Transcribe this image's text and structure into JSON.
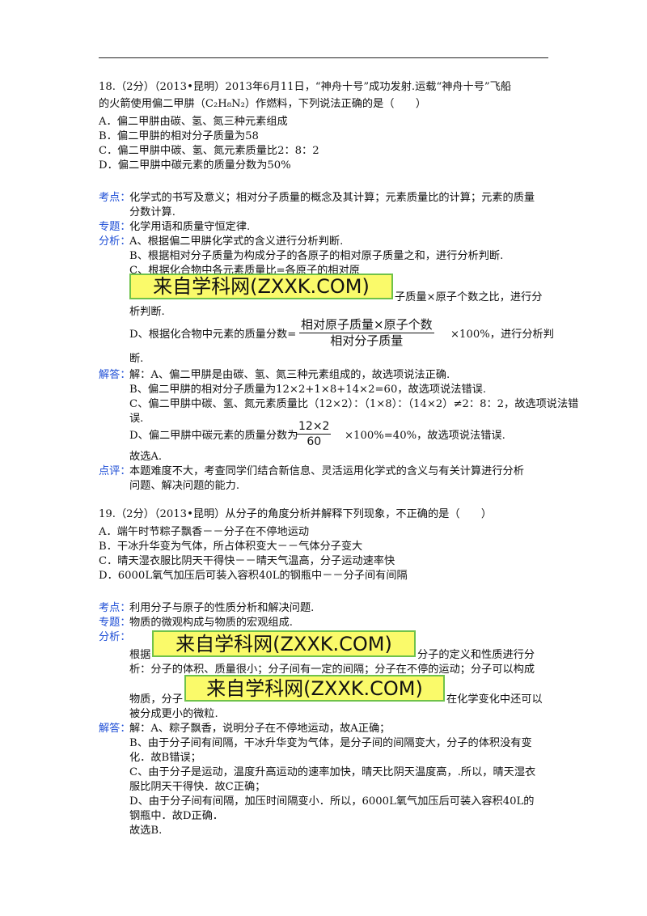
{
  "watermark": "来自学科网(ZXXK.COM)",
  "labels": {
    "kaodian": "考点：",
    "zhuanti": "专题：",
    "fenxi": "分析：",
    "jieda": "解答：",
    "dianping": "点评："
  },
  "q18": {
    "stem1": "18.（2分）（2013•昆明）2013年6月11日，“神舟十号”成功发射.运载“神舟十号”飞船",
    "stem2": "的火箭使用偏二甲肼（C₂H₈N₂）作燃料，下列说法正确的是（　　）",
    "options": [
      "A．偏二甲肼由碳、氢、氮三种元素组成",
      "B．偏二甲肼的相对分子质量为58",
      "C．偏二甲肼中碳、氢、氮元素质量比2：8：2",
      "D．偏二甲肼中碳元素的质量分数为50%"
    ],
    "kaodian1": "化学式的书写及意义；相对分子质量的概念及其计算；元素质量比的计算；元素的质量",
    "kaodian2": "分数计算.",
    "zhuanti": "化学用语和质量守恒定律.",
    "fenxi": [
      "A、根据偏二甲肼化学式的含义进行分析判断.",
      "B、根据相对分子质量为构成分子的各原子的相对原子质量之和，进行分析判断.",
      "C、根据化合物中各元素质量比=各原子的相对原"
    ],
    "fenxi_c_tail": "子质量×原子个数之比，进行分",
    "fenxi_c_tail2": "析判断.",
    "fenxi_d_pre": "D、根据化合物中元素的质量分数=",
    "frac1_num": "相对原子质量×原子个数",
    "frac1_den": "相对分子质量",
    "fenxi_d_post": "×100%，进行分析判",
    "fenxi_d_tail": "断.",
    "jieda": [
      "解：A、偏二甲肼是由碳、氢、氮三种元素组成的，故选项说法正确.",
      "B、偏二甲肼的相对分子质量为12×2+1×8+14×2=60，故选项说法错误.",
      "C、偏二甲肼中碳、氢、氮元素质量比（12×2）：（1×8）：（14×2）≠2：8：2，故选项说法错",
      "误."
    ],
    "jieda_d_pre": "D、偏二甲肼中碳元素的质量分数为",
    "frac2_num": "12×2",
    "frac2_den": "60",
    "jieda_d_post": "×100%=40%，故选项说法错误.",
    "answer": "故选A.",
    "dianping1": "本题难度不大，考查同学们结合新信息、灵活运用化学式的含义与有关计算进行分析",
    "dianping2": "问题、解决问题的能力."
  },
  "q19": {
    "stem": "19.（2分）（2013•昆明）从分子的角度分析并解释下列现象，不正确的是（　　）",
    "options": [
      "A．端午时节粽子飘香－－分子在不停地运动",
      "B．干冰升华变为气体，所占体积变大－－气体分子变大",
      "C．晴天湿衣服比阴天干得快－－晴天气温高，分子运动速率快",
      "D．6000L氧气加压后可装入容积40L的钢瓶中－－分子间有间隔"
    ],
    "kaodian": "利用分子与原子的性质分析和解决问题.",
    "zhuanti": "物质的微观构成与物质的宏观组成.",
    "fenxi_pre1": "根据",
    "fenxi_post1": "分子的定义和性质进行分",
    "fenxi_line2": "析：分子的体积、质量很小；分子间有一定的间隔；分子在不停的运动；分子可以构成",
    "fenxi_pre3": "物质，分子",
    "fenxi_post3": "在化学变化中还可以",
    "fenxi_line4": "被分成更小的微粒.",
    "jieda": [
      "解：A、粽子飘香，说明分子在不停地运动，故A正确；",
      "B、由于分子间有间隔，干冰升华变为气体，是分子间的间隔变大，分子的体积没有变",
      "化．故B错误；",
      "C、由于分子是运动，温度升高运动的速率加快，晴天比阴天温度高，.所以，晴天湿衣",
      "服比阴天干得快．故C正确；",
      "D、由于分子间有间隔，加压时间隔变小．所以，6000L氧气加压后可装入容积40L的",
      "钢瓶中．故D正确．",
      "故选B."
    ]
  }
}
